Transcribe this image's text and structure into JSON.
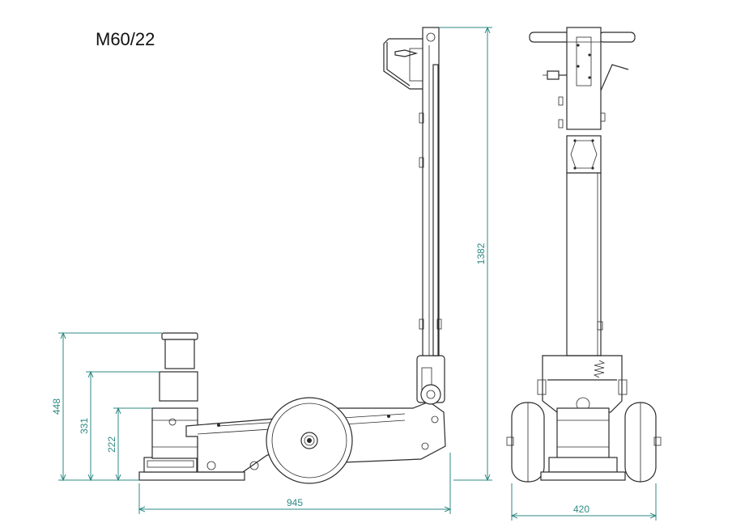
{
  "title": "M60/22",
  "dimensions": {
    "height_max": "448",
    "height_mid": "331",
    "height_min": "222",
    "length": "945",
    "total_height": "1382",
    "width": "420"
  },
  "colors": {
    "line": "#2b2b2b",
    "dimension": "#2e8a83"
  }
}
